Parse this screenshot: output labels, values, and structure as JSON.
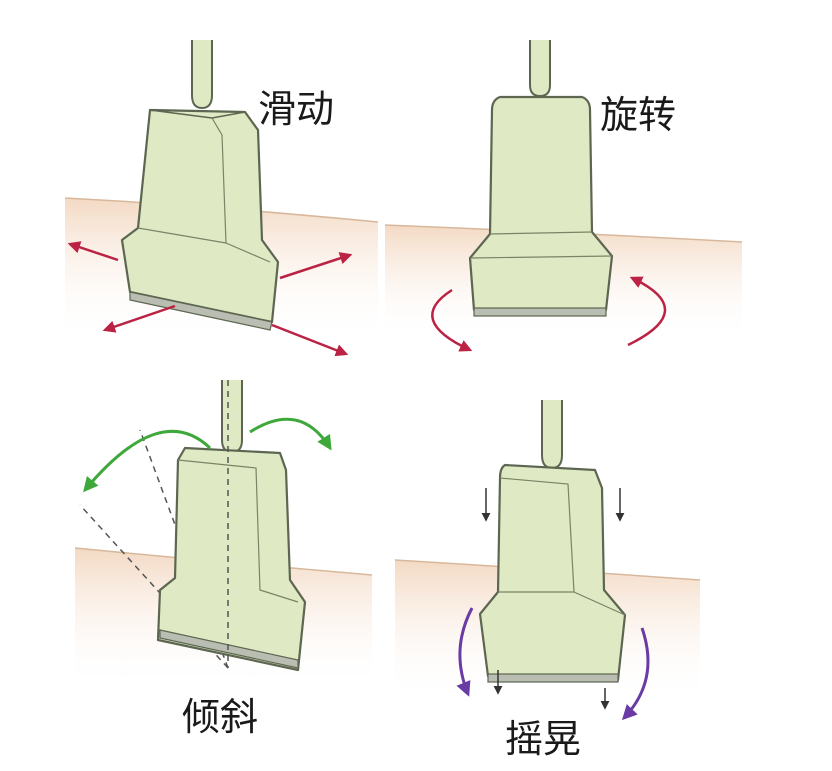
{
  "labels": {
    "slide": "滑动",
    "rotate": "旋转",
    "tilt": "倾斜",
    "rock": "摇晃"
  },
  "colors": {
    "probe_fill": "#dfe9c4",
    "probe_stroke": "#5c6650",
    "skin": "#f5e0cd",
    "slide_arrow": "#bb2244",
    "rotate_arrow": "#bb2244",
    "tilt_arrow": "#3fa83a",
    "rock_arrow": "#6a3aa5",
    "small_arrow": "#333333",
    "dash": "#555555"
  },
  "icons": {
    "probe": "ultrasound-probe-icon"
  }
}
